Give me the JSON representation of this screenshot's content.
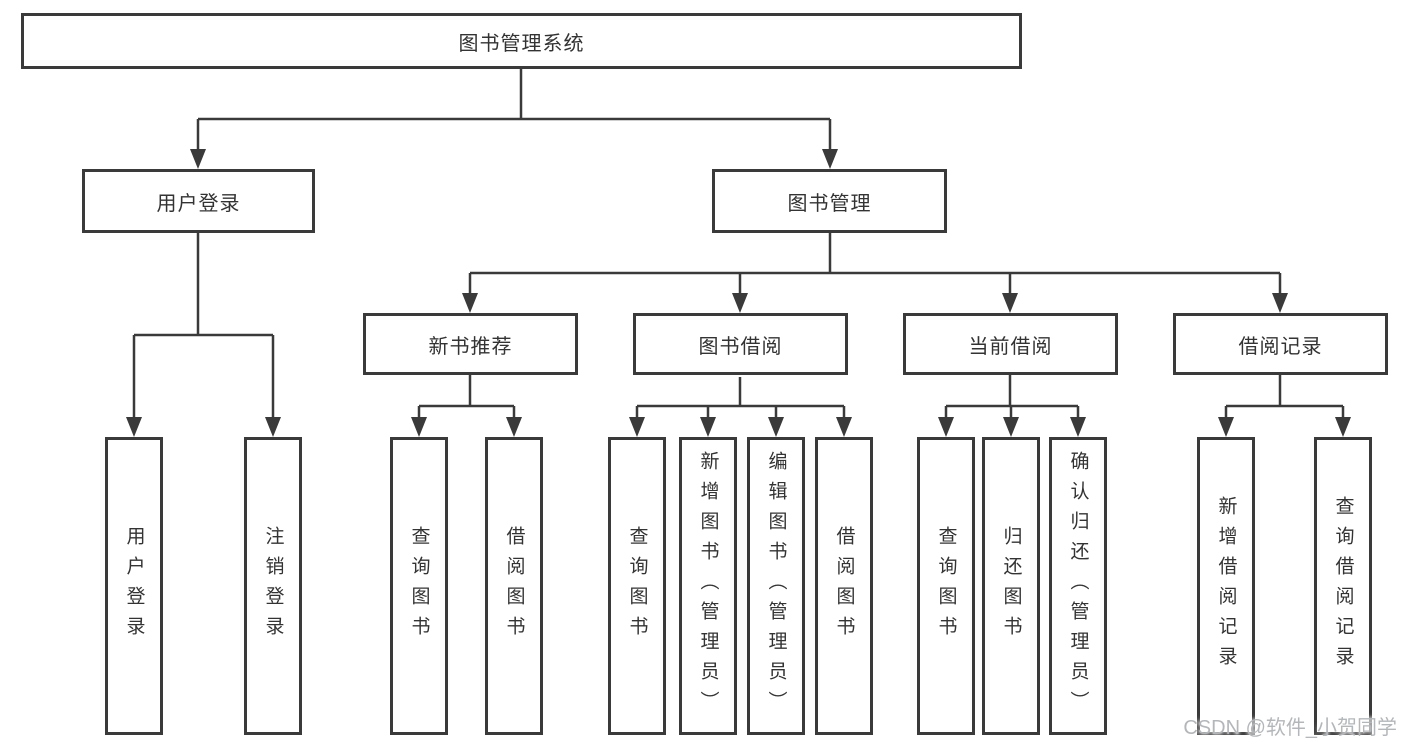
{
  "colors": {
    "line": "#3a3a3a",
    "text": "#333333",
    "background": "#ffffff",
    "watermark": "#b4b7ba"
  },
  "nodes": {
    "root": {
      "label": "图书管理系统"
    },
    "userLogin": {
      "label": "用户登录"
    },
    "bookMgmt": {
      "label": "图书管理"
    },
    "newBooks": {
      "label": "新书推荐"
    },
    "bookBorrow": {
      "label": "图书借阅"
    },
    "currentBorrow": {
      "label": "当前借阅"
    },
    "borrowRecords": {
      "label": "借阅记录"
    },
    "leafUserLogin": {
      "label": "用户登录"
    },
    "leafLogout": {
      "label": "注销登录"
    },
    "nbQuery": {
      "label": "查询图书"
    },
    "nbBorrow": {
      "label": "借阅图书"
    },
    "bbQuery": {
      "label": "查询图书"
    },
    "bbAdd": {
      "label": "新增图书（管理员）"
    },
    "bbEdit": {
      "label": "编辑图书（管理员）"
    },
    "bbBorrow": {
      "label": "借阅图书"
    },
    "cbQuery": {
      "label": "查询图书"
    },
    "cbReturn": {
      "label": "归还图书"
    },
    "cbConfirm": {
      "label": "确认归还（管理员）"
    },
    "brAdd": {
      "label": "新增借阅记录"
    },
    "brQuery": {
      "label": "查询借阅记录"
    }
  },
  "hierarchy": {
    "图书管理系统": {
      "用户登录": [
        "用户登录",
        "注销登录"
      ],
      "图书管理": {
        "新书推荐": [
          "查询图书",
          "借阅图书"
        ],
        "图书借阅": [
          "查询图书",
          "新增图书（管理员）",
          "编辑图书（管理员）",
          "借阅图书"
        ],
        "当前借阅": [
          "查询图书",
          "归还图书",
          "确认归还（管理员）"
        ],
        "借阅记录": [
          "新增借阅记录",
          "查询借阅记录"
        ]
      }
    }
  },
  "watermark": {
    "text": "CSDN @软件_小贺同学"
  }
}
